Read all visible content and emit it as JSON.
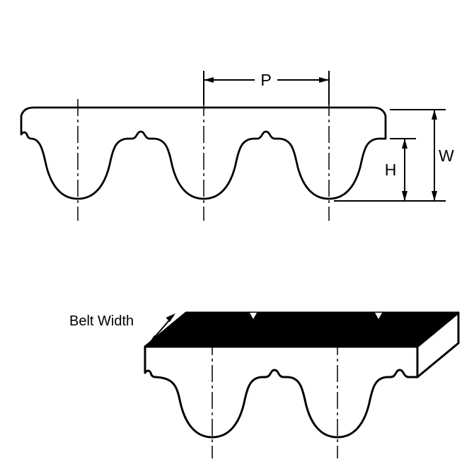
{
  "diagram": {
    "labels": {
      "pitch": "P",
      "belt_height": "W",
      "tooth_height": "H",
      "belt_width": "Belt Width"
    },
    "colors": {
      "line": "#000000",
      "top_face": "#000000",
      "belt_face": "#ffffff",
      "background": "#ffffff"
    }
  }
}
